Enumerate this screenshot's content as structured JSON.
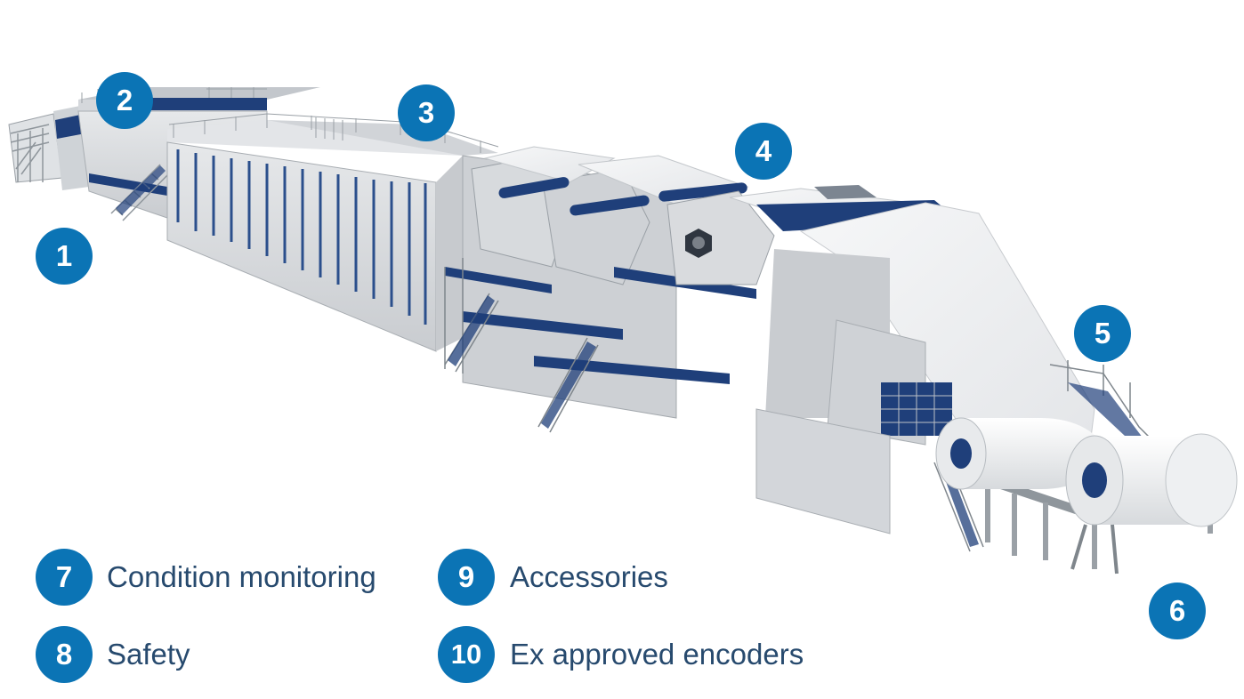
{
  "badges": {
    "b1": "1",
    "b2": "2",
    "b3": "3",
    "b4": "4",
    "b5": "5",
    "b6": "6"
  },
  "legend": [
    {
      "number": "7",
      "label": "Condition monitoring"
    },
    {
      "number": "8",
      "label": "Safety"
    },
    {
      "number": "9",
      "label": "Accessories"
    },
    {
      "number": "10",
      "label": "Ex approved encoders"
    }
  ],
  "colors": {
    "badge": "#0b74b5",
    "legend_text": "#274a6e",
    "machine_blue": "#1f3f7a",
    "machine_grey": "#d9dbde",
    "paper_white": "#f4f5f6"
  }
}
